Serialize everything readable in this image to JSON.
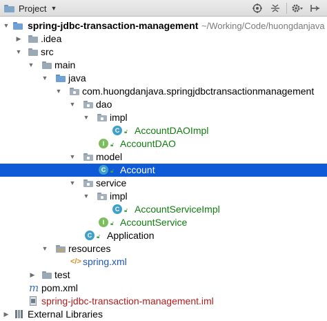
{
  "toolbar": {
    "title": "Project",
    "caret": "▼",
    "icons": [
      "target-icon",
      "collapse-all-icon",
      "gear-icon",
      "hide-icon"
    ]
  },
  "tree": {
    "project_root": {
      "label": "spring-jdbc-transaction-management",
      "path": "~/Working/Code/huongdanjava"
    },
    "idea": "idea",
    "idea_label": ".idea",
    "src": "src",
    "main": "main",
    "java": "java",
    "package": "com.huongdanjava.springjdbctransactionmanagement",
    "dao": "dao",
    "dao_impl": "impl",
    "account_dao_impl": "AccountDAOImpl",
    "account_dao": "AccountDAO",
    "model": "model",
    "account": "Account",
    "service": "service",
    "service_impl": "impl",
    "account_service_impl": "AccountServiceImpl",
    "account_service": "AccountService",
    "application": "Application",
    "resources": "resources",
    "spring_xml": "spring.xml",
    "test": "test",
    "pom_xml": "pom.xml",
    "iml_file": "spring-jdbc-transaction-management.iml",
    "external_libraries": "External Libraries"
  },
  "colors": {
    "selection": "#0f5ad7",
    "class_text": "#0e7d0e",
    "iml_text": "#b11d1d",
    "xml_text": "#1d57b5"
  }
}
